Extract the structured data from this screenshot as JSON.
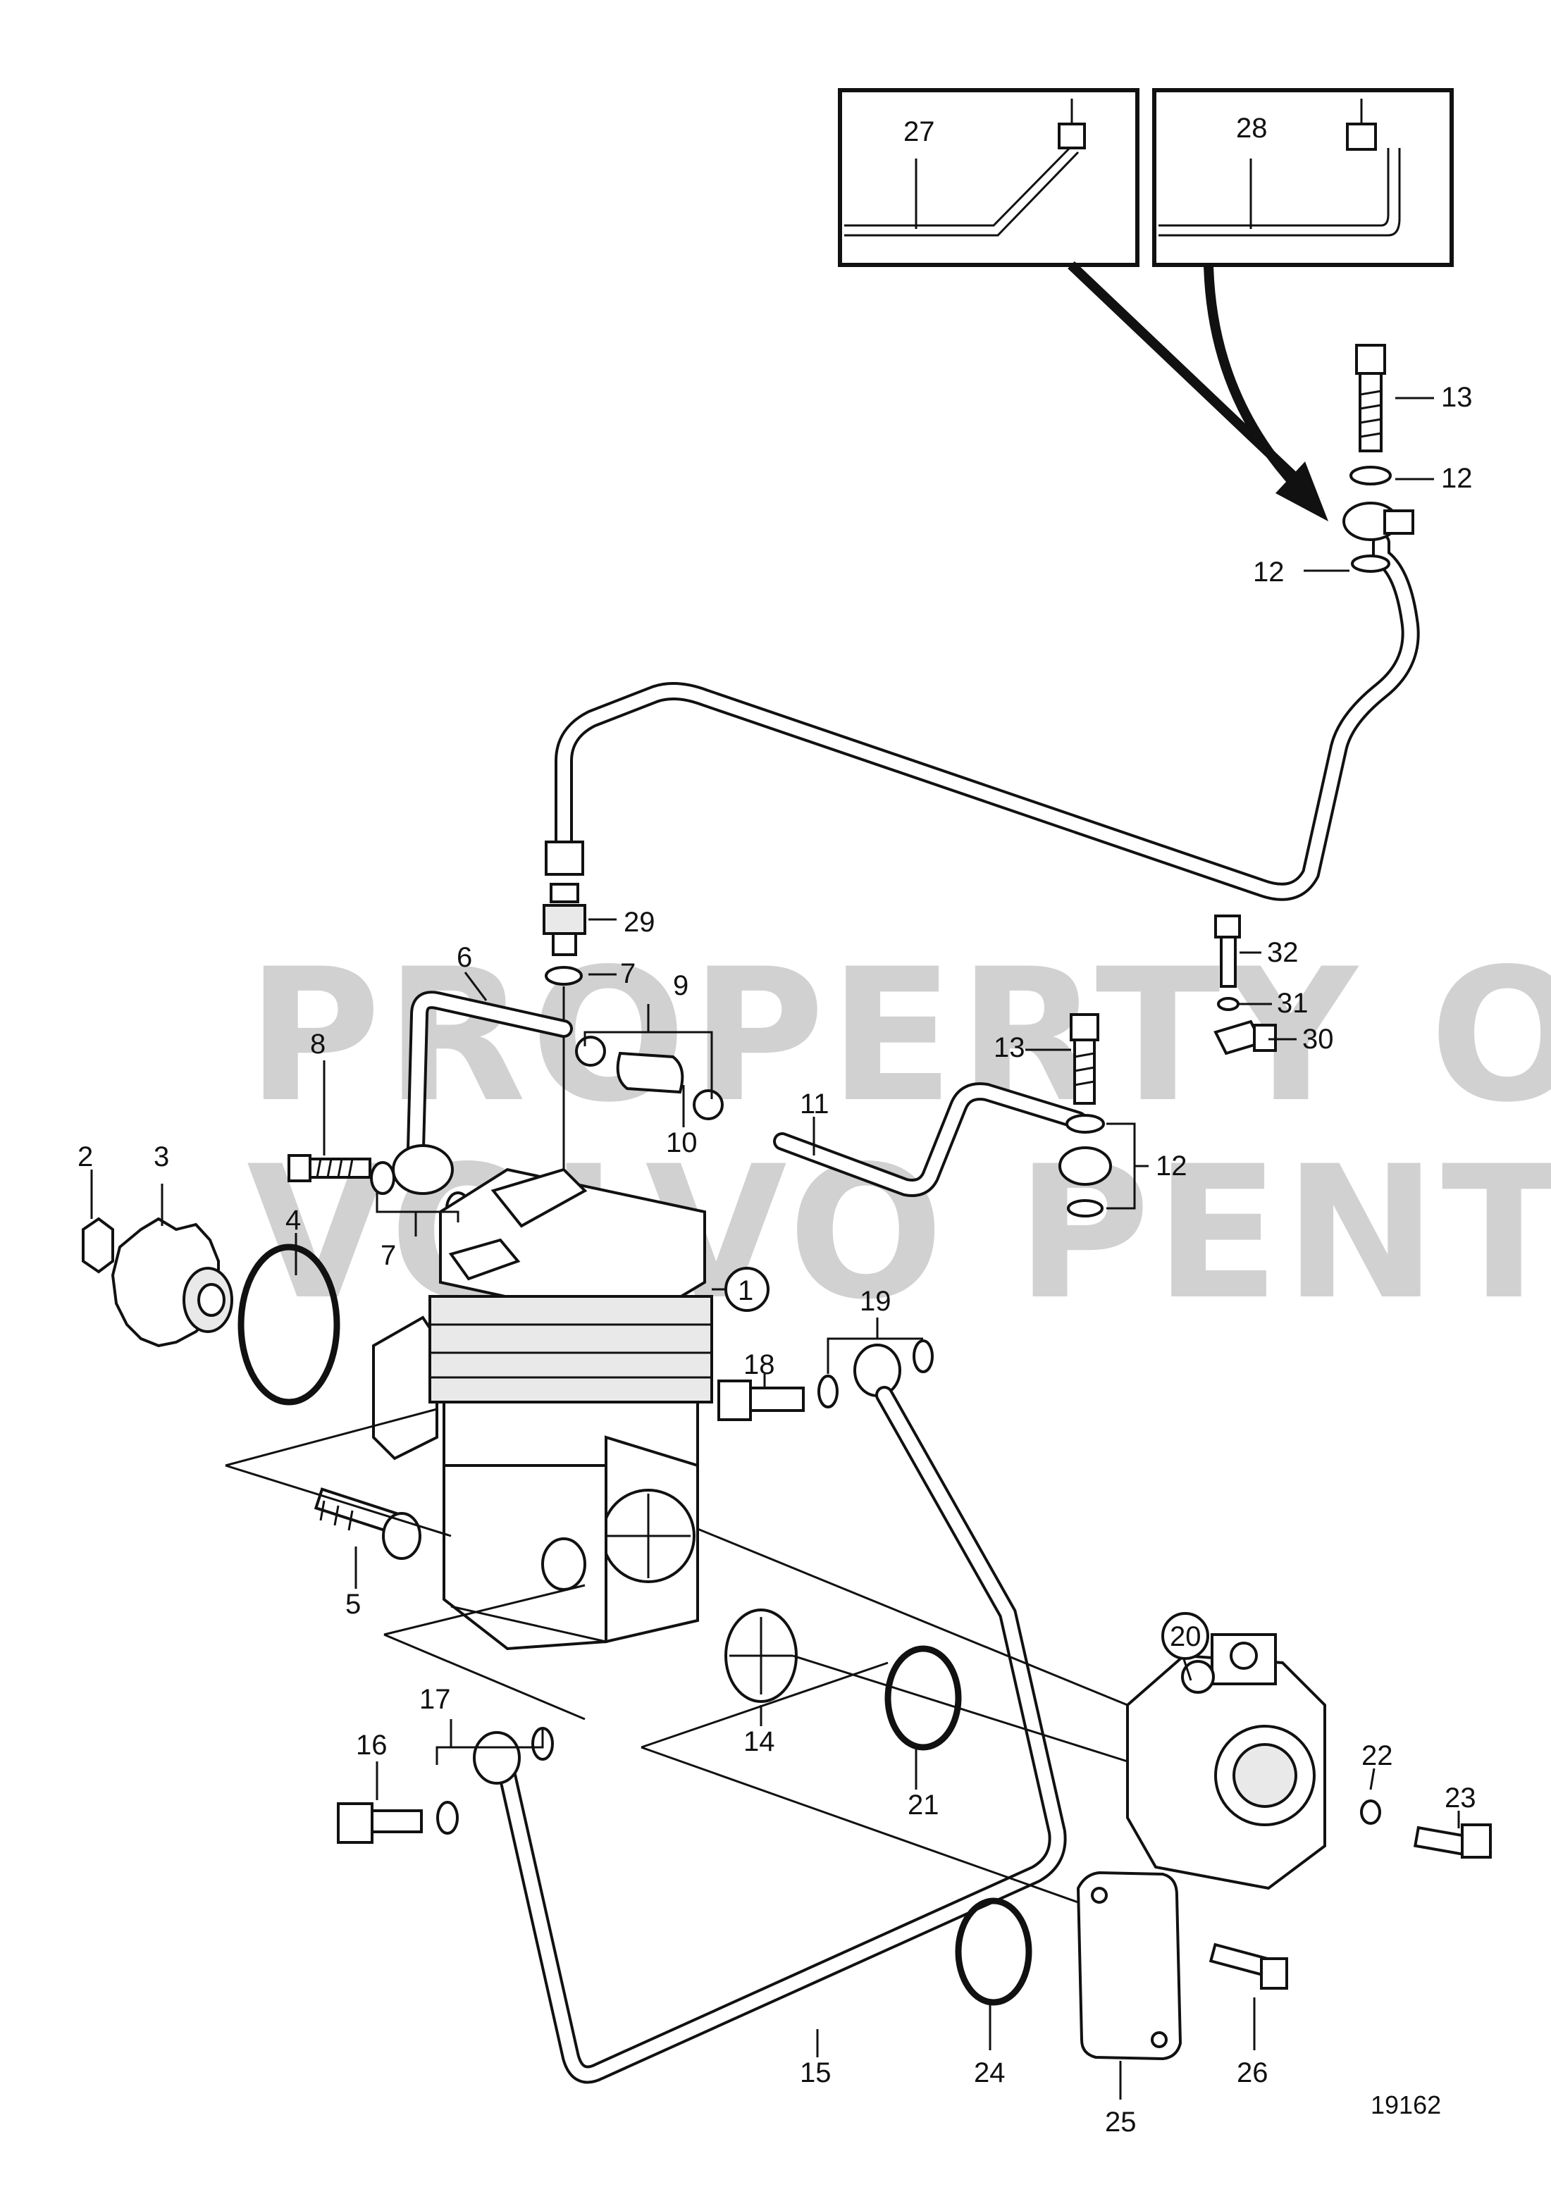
{
  "watermark": {
    "line1": "PROPERTY OF",
    "line2": "VOLVO PENTA"
  },
  "figure_number": "19162",
  "inset_labels": {
    "left": "27",
    "right": "28"
  },
  "callouts": {
    "c1": "1",
    "c2": "2",
    "c3": "3",
    "c4": "4",
    "c5": "5",
    "c6": "6",
    "c7a": "7",
    "c7b": "7",
    "c8": "8",
    "c9": "9",
    "c10": "10",
    "c11": "11",
    "c12a": "12",
    "c12b": "12",
    "c12c": "12",
    "c13a": "13",
    "c13b": "13",
    "c14": "14",
    "c15": "15",
    "c16": "16",
    "c17": "17",
    "c18": "18",
    "c19": "19",
    "c20": "20",
    "c21": "21",
    "c22": "22",
    "c23": "23",
    "c24": "24",
    "c25": "25",
    "c26": "26",
    "c29": "29",
    "c30": "30",
    "c31": "31",
    "c32": "32"
  },
  "icons": {
    "arrow": "pointer-arrow-icon",
    "circled_callouts": [
      "1",
      "20"
    ]
  }
}
